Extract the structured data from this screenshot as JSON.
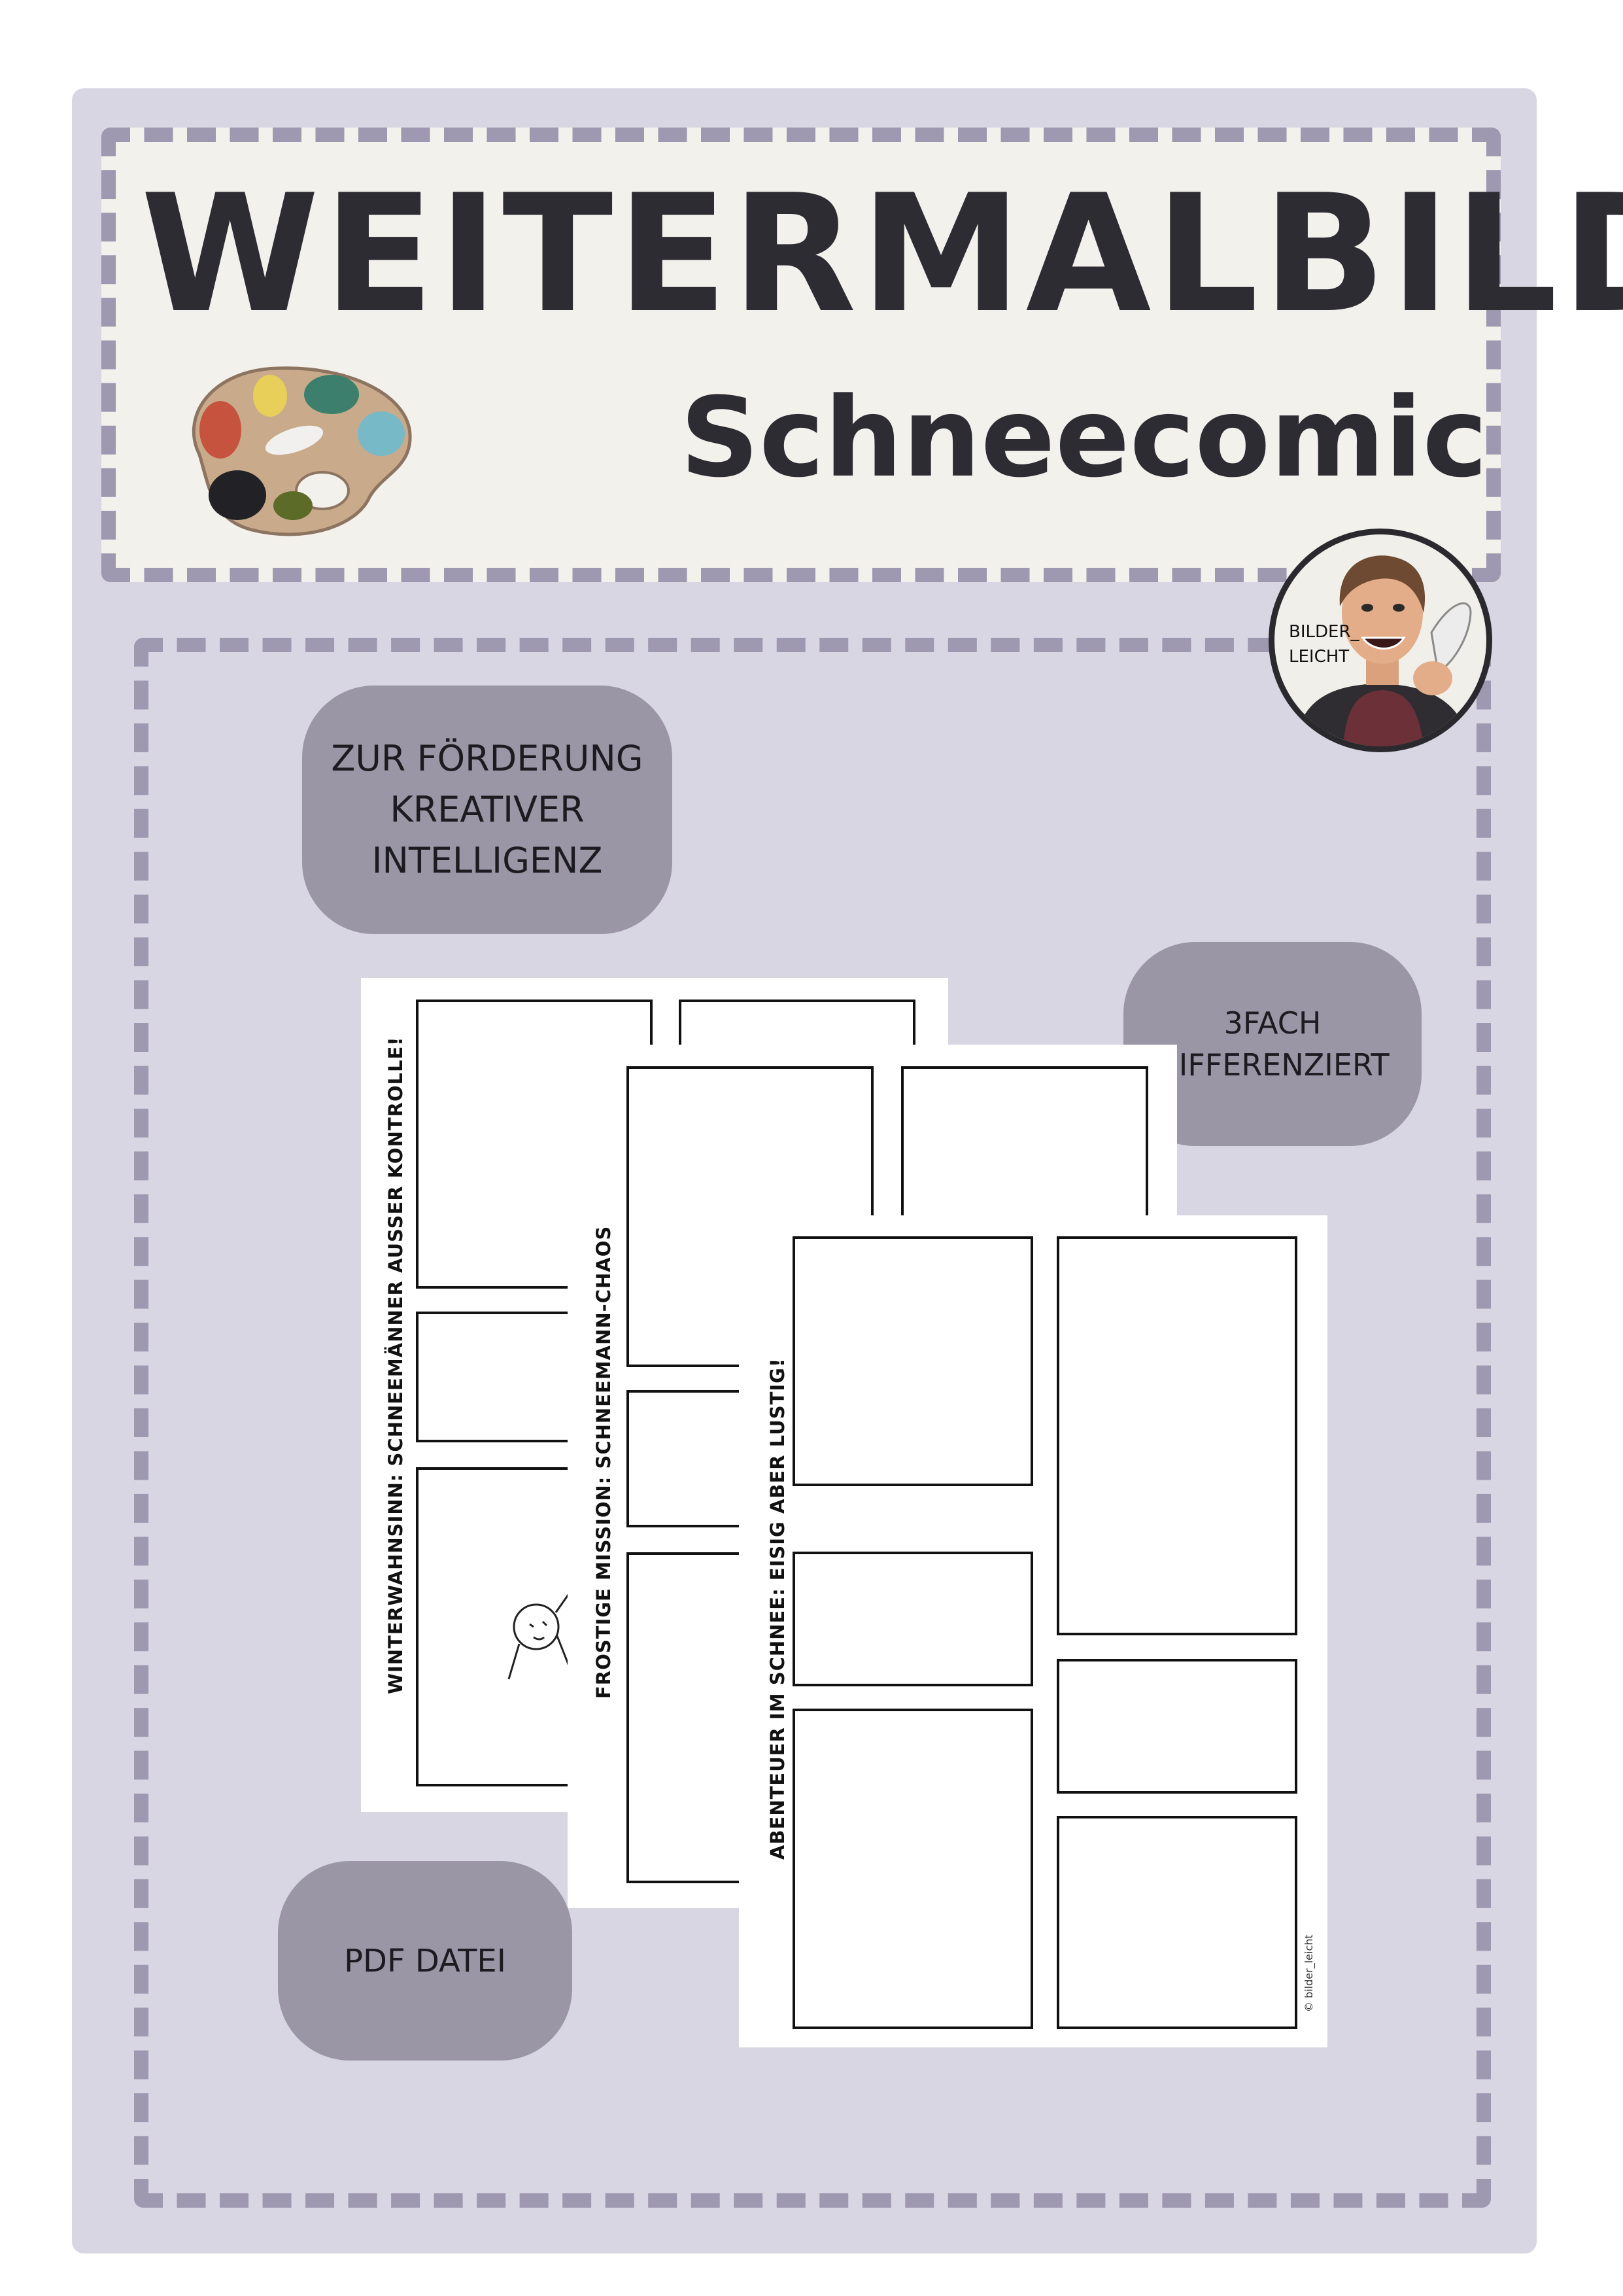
{
  "header": {
    "title": "WEITERMALBILD",
    "subtitle": "Schneecomic"
  },
  "badges": {
    "foerderung": [
      "ZUR FÖRDERUNG",
      "KREATIVER",
      "INTELLIGENZ"
    ],
    "differenziert": [
      "3FACH",
      "DIFFERENZIERT"
    ],
    "format": "PDF DATEI"
  },
  "logo": {
    "line1": "BILDER_",
    "line2": "LEICHT"
  },
  "previews": [
    {
      "title": "WINTERWAHNSINN: SCHNEEMÄNNER AUSSER KONTROLLE!"
    },
    {
      "title": "FROSTIGE MISSION: SCHNEEMANN-CHAOS"
    },
    {
      "title": "ABENTEUER IM SCHNEE: EISIG ABER LUSTIG!",
      "credit": "© bilder_leicht"
    }
  ],
  "colors": {
    "background": "#d8d6e2",
    "header_box": "#f3f1ec",
    "dash": "#9e98b0",
    "pill": "#9a96a6",
    "text": "#2e2c33"
  },
  "icons": {
    "palette": "painter-palette-icon",
    "avatar": "artist-avatar-logo"
  }
}
